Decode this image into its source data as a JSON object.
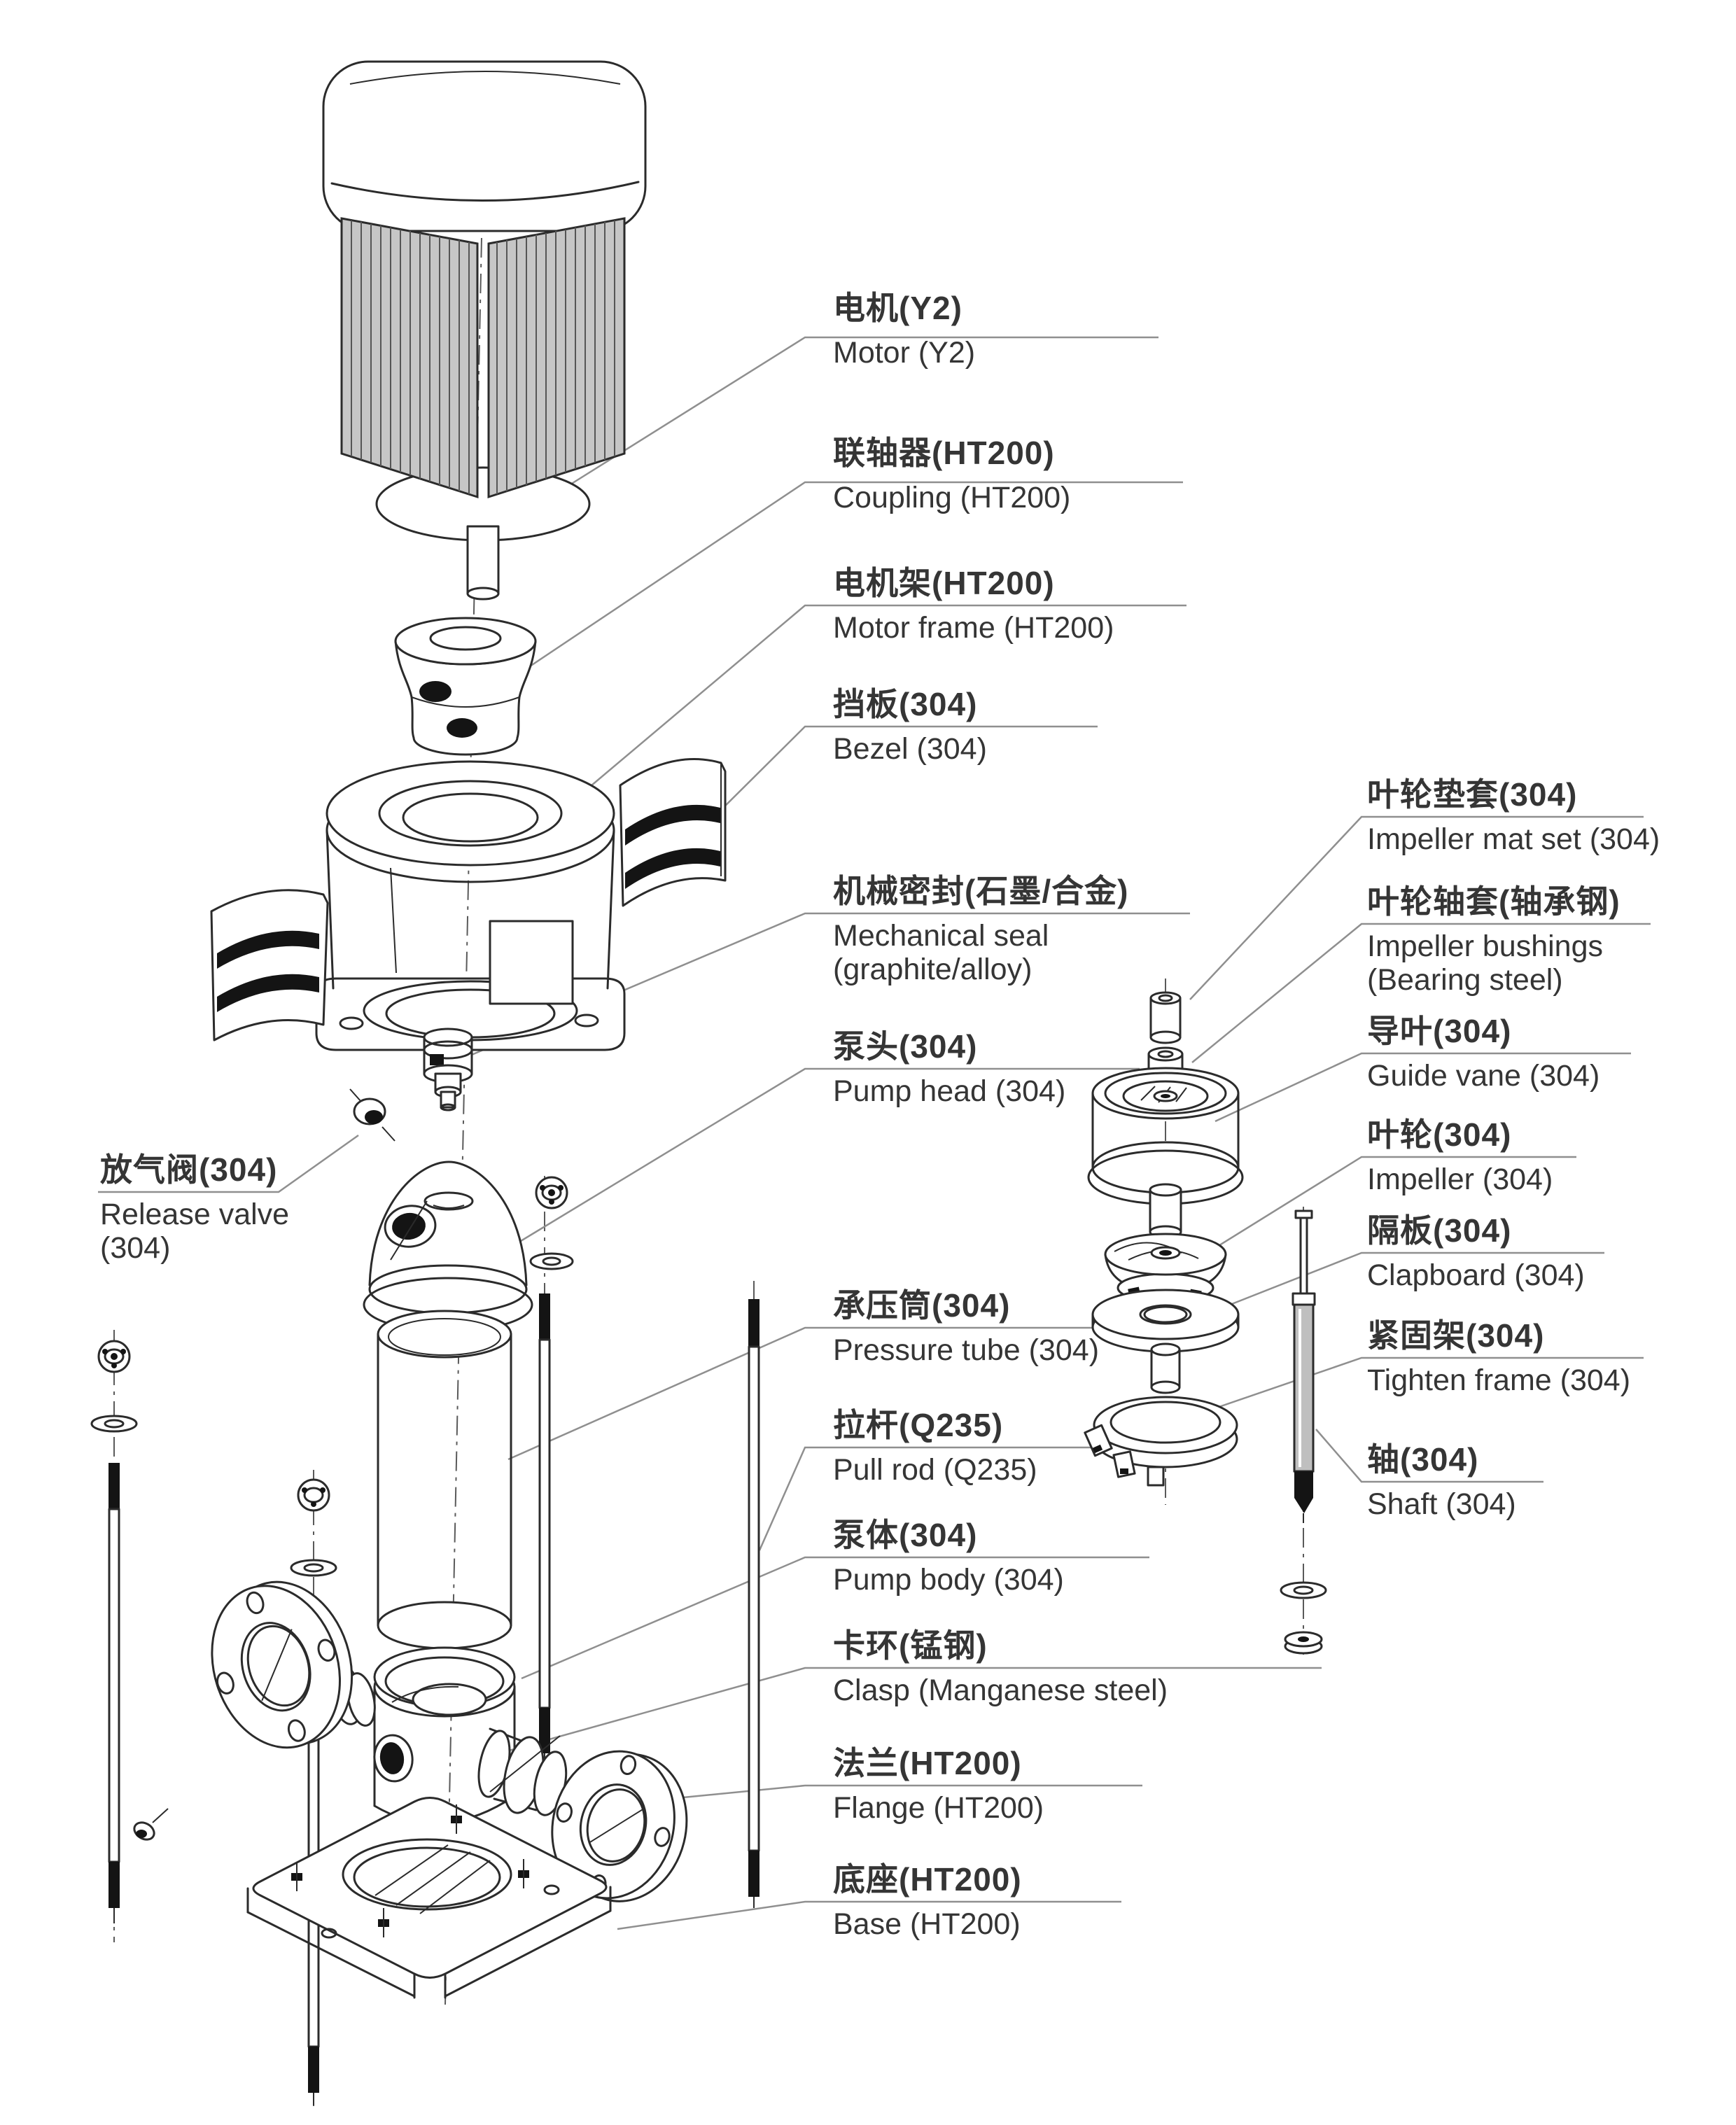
{
  "diagram_type": "exploded-parts-diagram",
  "subject": "vertical multistage centrifugal pump",
  "colors": {
    "background": "#ffffff",
    "line": "#2b2b2b",
    "leader_line": "#8f8f8f",
    "dark_fill": "#141414",
    "fin_gray": "#c6c6c6"
  },
  "labels": {
    "motor": {
      "cn": "电机(Y2)",
      "en": "Motor (Y2)"
    },
    "coupling": {
      "cn": "联轴器(HT200)",
      "en": "Coupling (HT200)"
    },
    "motor_frame": {
      "cn": "电机架(HT200)",
      "en": "Motor frame (HT200)"
    },
    "bezel": {
      "cn": "挡板(304)",
      "en": "Bezel (304)"
    },
    "mechanical_seal": {
      "cn": "机械密封(石墨/合金)",
      "en": "Mechanical seal\n(graphite/alloy)"
    },
    "pump_head": {
      "cn": "泵头(304)",
      "en": "Pump head (304)"
    },
    "release_valve": {
      "cn": "放气阀(304)",
      "en": "Release valve\n(304)"
    },
    "pressure_tube": {
      "cn": "承压筒(304)",
      "en": "Pressure tube (304)"
    },
    "pull_rod": {
      "cn": "拉杆(Q235)",
      "en": "Pull rod (Q235)"
    },
    "pump_body": {
      "cn": "泵体(304)",
      "en": "Pump body (304)"
    },
    "clasp": {
      "cn": "卡环(锰钢)",
      "en": "Clasp (Manganese steel)"
    },
    "flange": {
      "cn": "法兰(HT200)",
      "en": "Flange (HT200)"
    },
    "base": {
      "cn": "底座(HT200)",
      "en": "Base (HT200)"
    },
    "impeller_mat_set": {
      "cn": "叶轮垫套(304)",
      "en": "Impeller mat set (304)"
    },
    "impeller_bushings": {
      "cn": "叶轮轴套(轴承钢)",
      "en": "Impeller bushings\n(Bearing steel)"
    },
    "guide_vane": {
      "cn": "导叶(304)",
      "en": "Guide vane (304)"
    },
    "impeller": {
      "cn": "叶轮(304)",
      "en": "Impeller (304)"
    },
    "clapboard": {
      "cn": "隔板(304)",
      "en": "Clapboard (304)"
    },
    "tighten_frame": {
      "cn": "紧固架(304)",
      "en": "Tighten frame (304)"
    },
    "shaft": {
      "cn": "轴(304)",
      "en": "Shaft (304)"
    }
  }
}
